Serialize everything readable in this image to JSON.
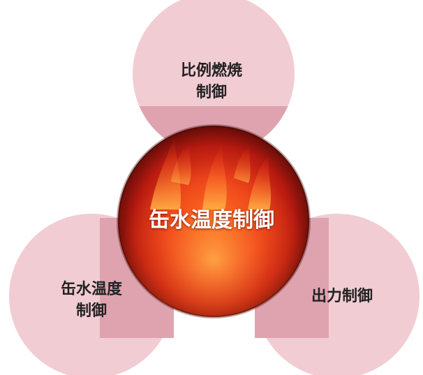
{
  "diagram": {
    "center_label": "缶水温度制御",
    "nodes": [
      {
        "id": "top",
        "lines": [
          "比例燃焼",
          "制御"
        ]
      },
      {
        "id": "left",
        "lines": [
          "缶水温度",
          "制御"
        ]
      },
      {
        "id": "right",
        "lines": [
          "出力制御"
        ]
      }
    ],
    "colors": {
      "circle_fill": "#f2ccd3",
      "overlap_fill": "#dfa3b0",
      "label_text": "#222222",
      "center_text": "#ffffff"
    }
  }
}
